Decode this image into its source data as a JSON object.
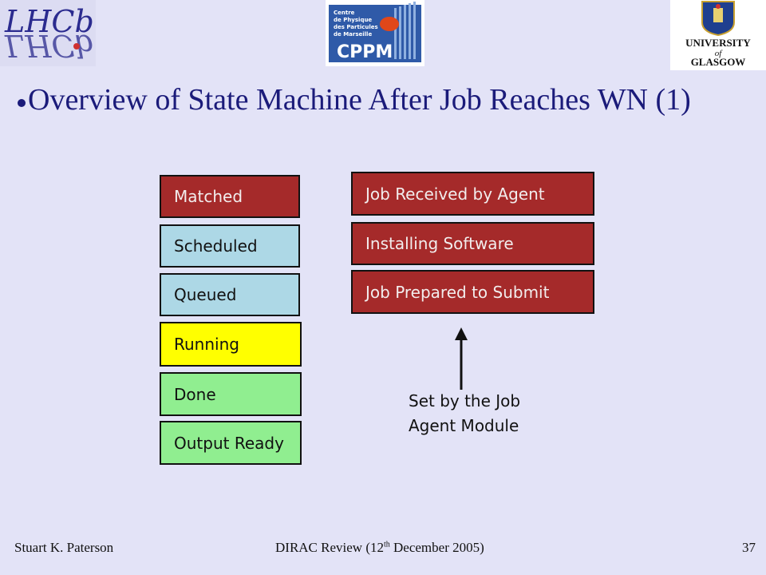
{
  "logos": {
    "lhcb": "LHCb",
    "cppm_lines": [
      "Centre",
      "de Physique",
      "des Particules",
      "de Marseille"
    ],
    "cppm": "CPPM",
    "glasgow_lines": [
      "UNIVERSITY",
      "of",
      "GLASGOW"
    ]
  },
  "title": "Overview of State Machine After Job Reaches WN (1)",
  "left_states": [
    {
      "label": "Matched",
      "color": "#a52a2a"
    },
    {
      "label": "Scheduled",
      "color": "#add8e6"
    },
    {
      "label": "Queued",
      "color": "#add8e6"
    },
    {
      "label": "Running",
      "color": "#ffff00"
    },
    {
      "label": "Done",
      "color": "#90ee90"
    },
    {
      "label": "Output Ready",
      "color": "#90ee90"
    }
  ],
  "right_states": [
    {
      "label": "Job Received by Agent",
      "color": "#a52a2a"
    },
    {
      "label": "Installing Software",
      "color": "#a52a2a"
    },
    {
      "label": "Job Prepared to Submit",
      "color": "#a52a2a"
    }
  ],
  "note": {
    "line1": "Set by the Job",
    "line2": "Agent Module"
  },
  "footer": {
    "author": "Stuart K. Paterson",
    "event_prefix": "DIRAC Review (12",
    "event_sup": "th",
    "event_suffix": " December 2005)",
    "page": "37"
  }
}
